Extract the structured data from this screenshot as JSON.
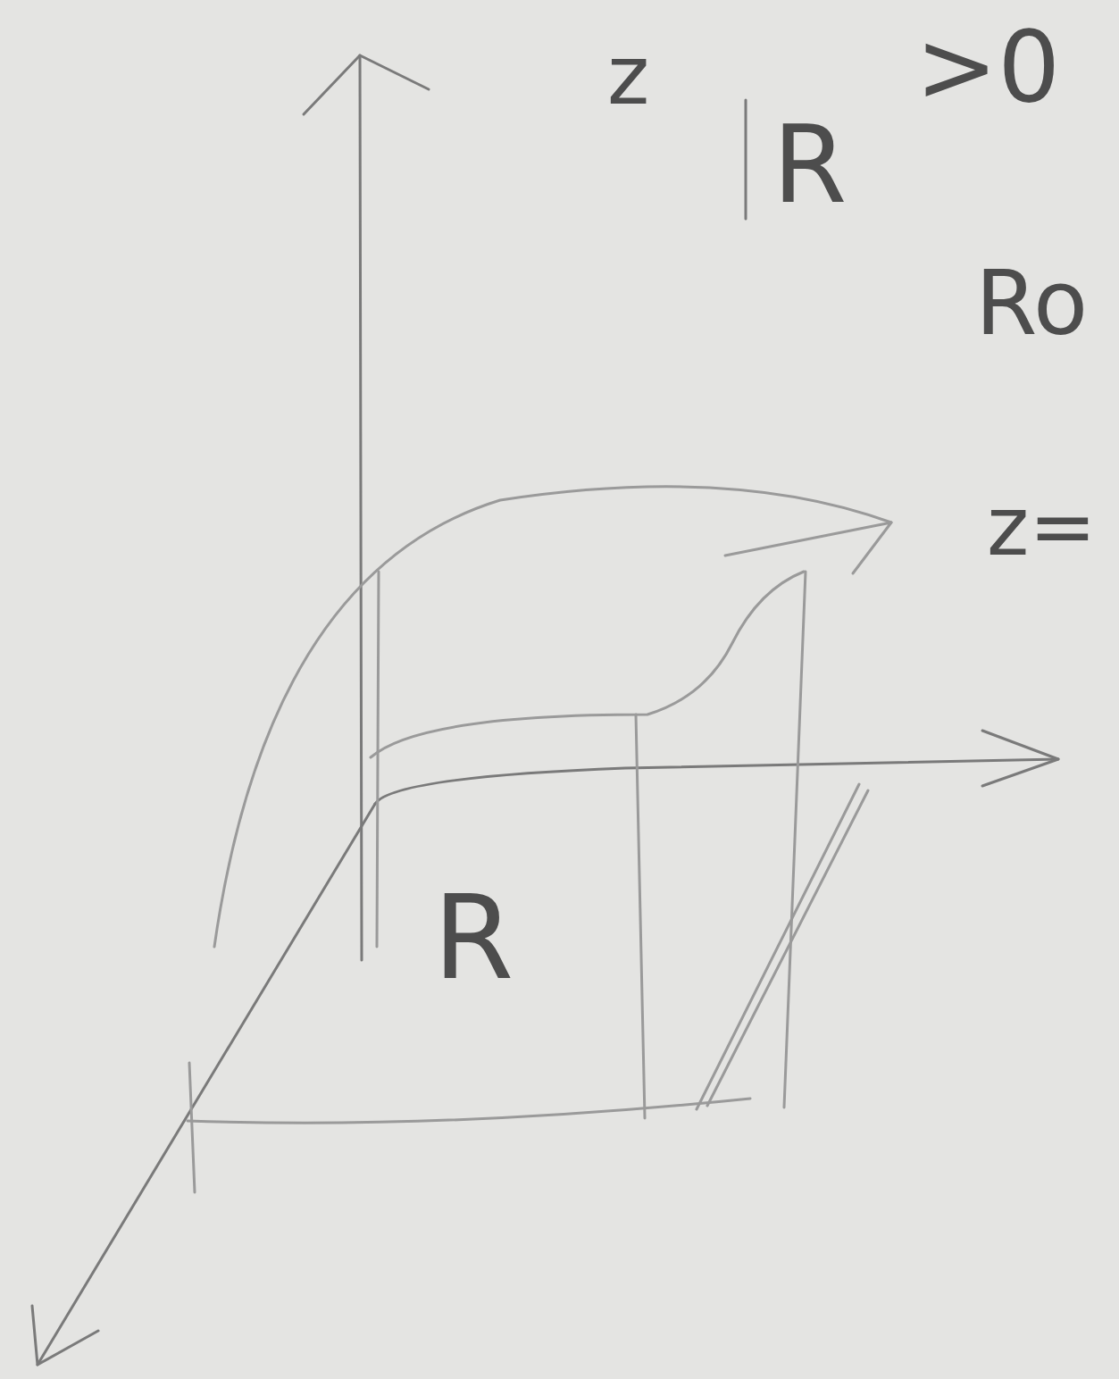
{
  "diagram": {
    "labels": [
      "z",
      "R",
      ">0",
      "Ro",
      "z=",
      "R"
    ]
  }
}
